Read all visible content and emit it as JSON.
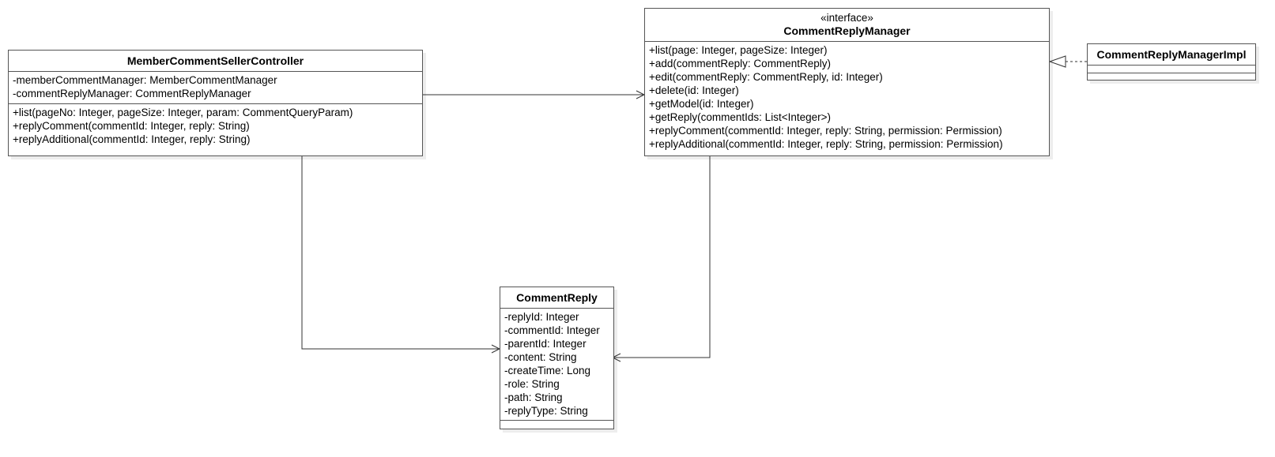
{
  "classes": {
    "controller": {
      "name": "MemberCommentSellerController",
      "attributes": [
        "-memberCommentManager: MemberCommentManager",
        "-commentReplyManager: CommentReplyManager"
      ],
      "operations": [
        "+list(pageNo: Integer, pageSize: Integer, param: CommentQueryParam)",
        "+replyComment(commentId: Integer, reply: String)",
        "+replyAdditional(commentId: Integer, reply: String)"
      ]
    },
    "manager": {
      "stereotype": "«interface»",
      "name": "CommentReplyManager",
      "operations": [
        "+list(page: Integer, pageSize: Integer)",
        "+add(commentReply: CommentReply)",
        "+edit(commentReply: CommentReply, id: Integer)",
        "+delete(id: Integer)",
        "+getModel(id: Integer)",
        "+getReply(commentIds: List<Integer>)",
        "+replyComment(commentId: Integer, reply: String, permission: Permission)",
        "+replyAdditional(commentId: Integer, reply: String, permission: Permission)"
      ]
    },
    "impl": {
      "name": "CommentReplyManagerImpl"
    },
    "reply": {
      "name": "CommentReply",
      "attributes": [
        "-replyId: Integer",
        "-commentId: Integer",
        "-parentId: Integer",
        "-content: String",
        "-createTime: Long",
        "-role: String",
        "-path: String",
        "-replyType: String"
      ]
    }
  },
  "relations": [
    {
      "from": "MemberCommentSellerController",
      "to": "CommentReplyManager",
      "kind": "association"
    },
    {
      "from": "MemberCommentSellerController",
      "to": "CommentReply",
      "kind": "association"
    },
    {
      "from": "CommentReplyManager",
      "to": "CommentReply",
      "kind": "association"
    },
    {
      "from": "CommentReplyManagerImpl",
      "to": "CommentReplyManager",
      "kind": "realization"
    }
  ],
  "colors": {
    "border": "#555555",
    "edge": "#333333",
    "background": "#ffffff"
  }
}
